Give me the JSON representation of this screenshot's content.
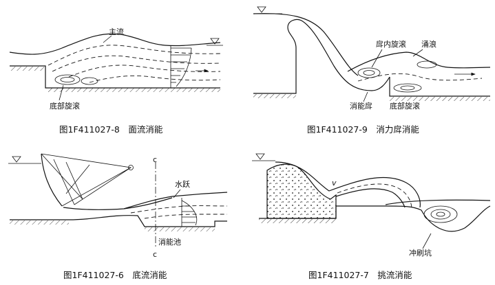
{
  "panels": [
    {
      "id": "surface",
      "caption": "图1F411027-8　面流消能",
      "labels": [
        "主流",
        "底部旋滚"
      ]
    },
    {
      "id": "ski_bucket_force",
      "caption": "图1F411027-9　消力戽消能",
      "labels": [
        "戽内旋滚",
        "涌浪",
        "消能戽",
        "底部旋滚"
      ]
    },
    {
      "id": "underflow",
      "caption": "图1F411027-6　底流消能",
      "labels": [
        "水跃",
        "消能池",
        "c",
        "c"
      ]
    },
    {
      "id": "flip_bucket",
      "caption": "图1F411027-7　挑流消能",
      "labels": [
        "v",
        "冲刷坑"
      ]
    }
  ]
}
